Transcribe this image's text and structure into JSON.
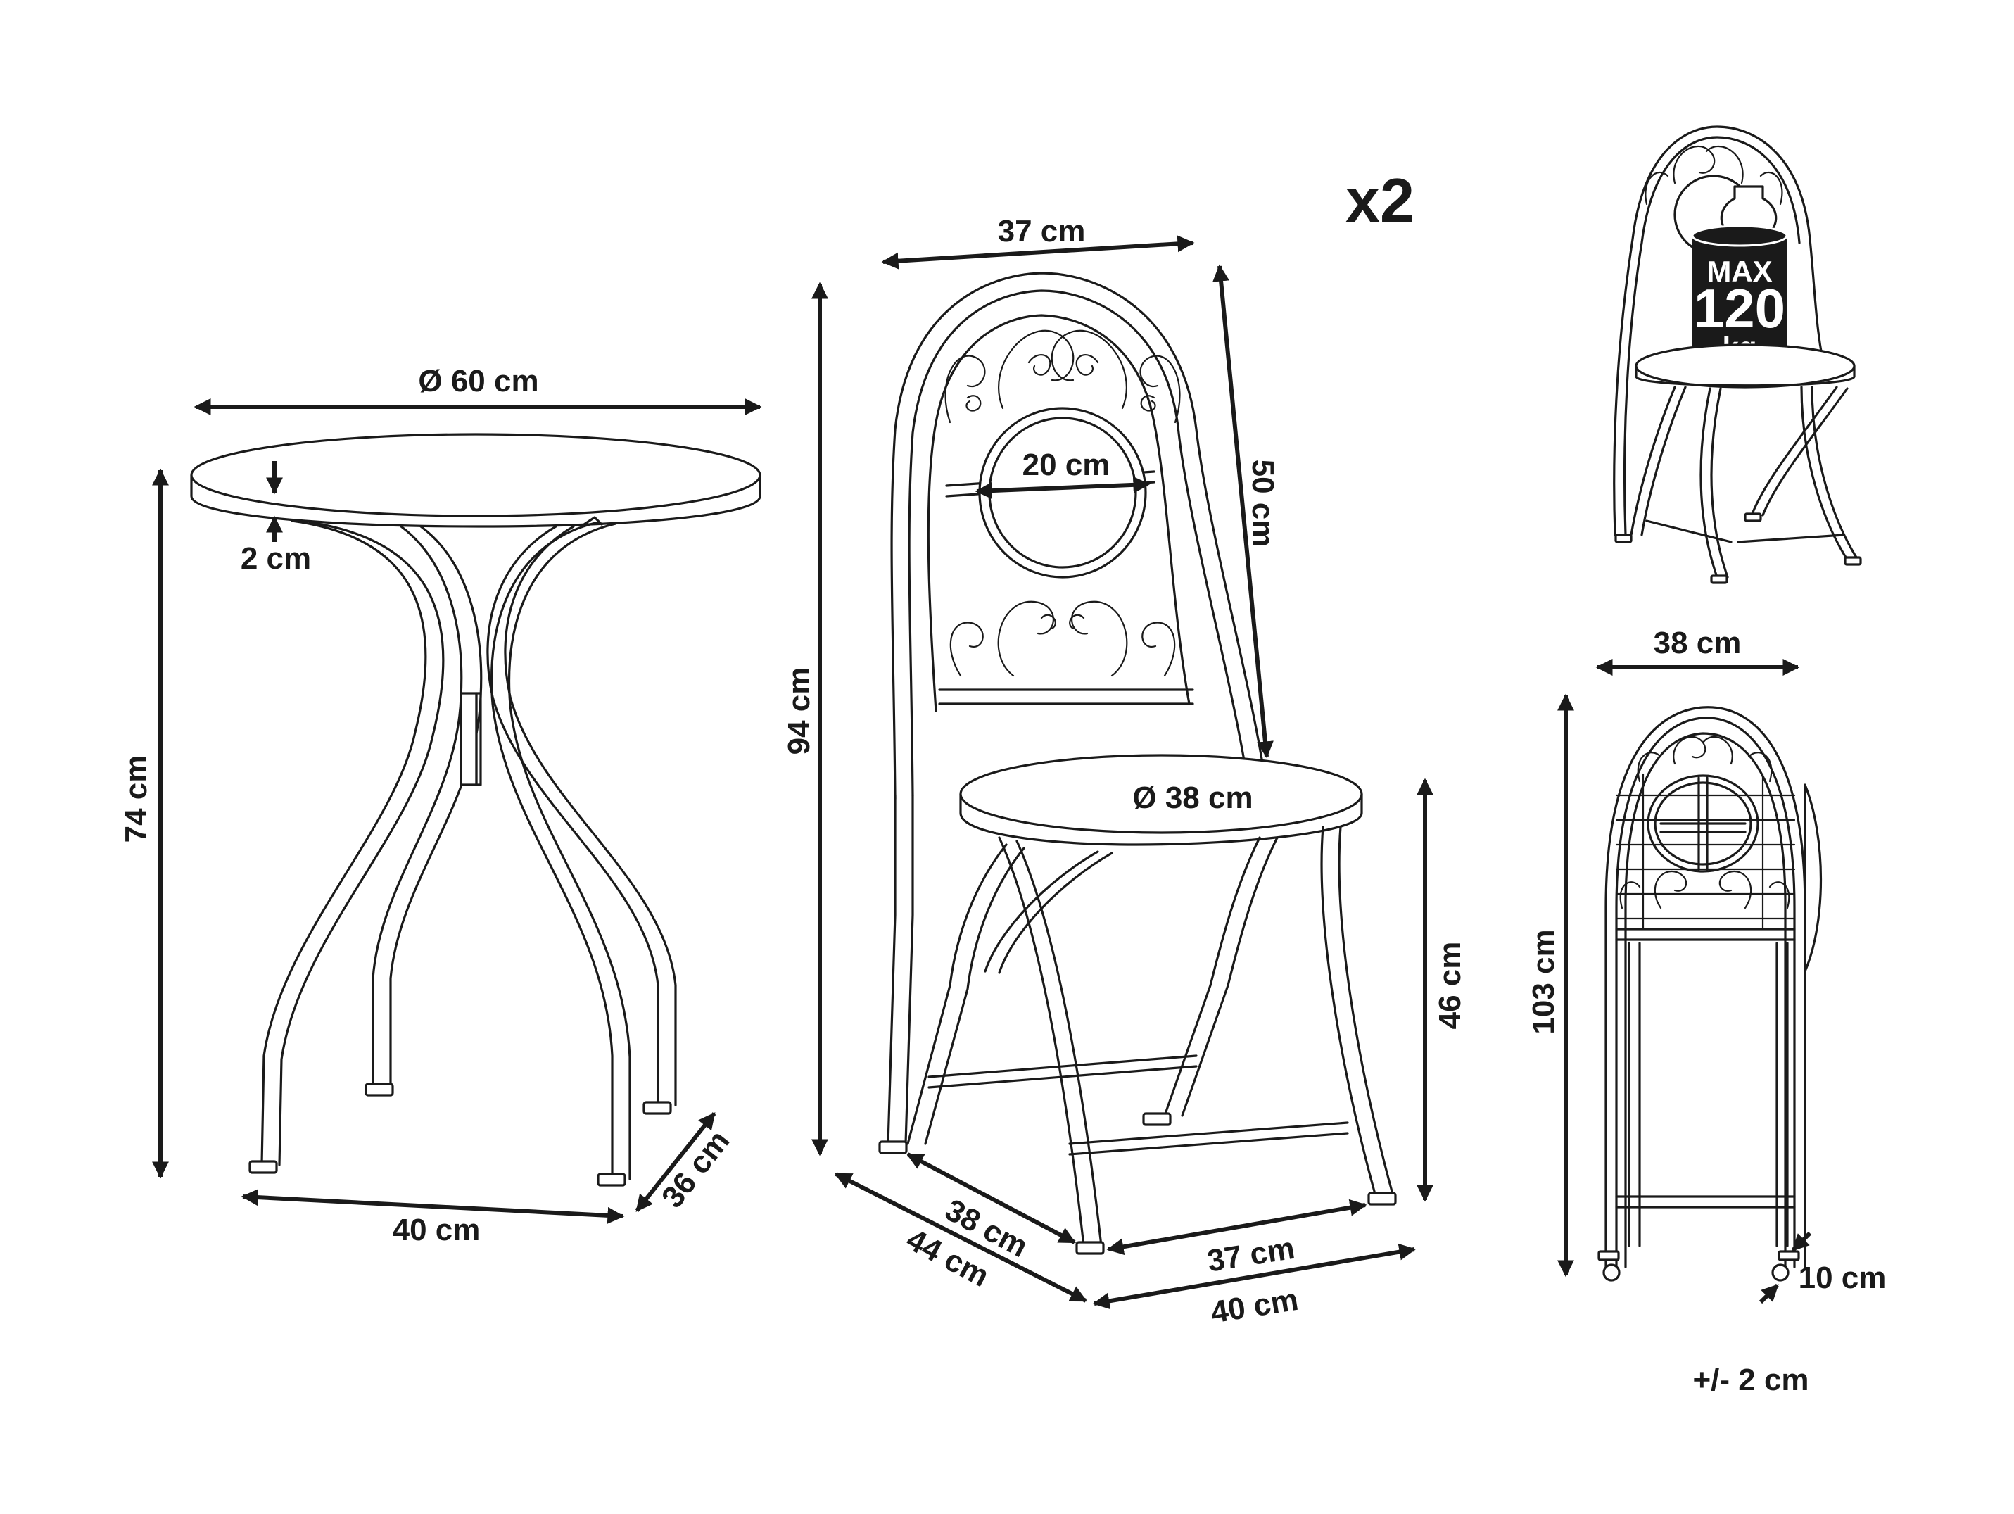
{
  "quantity_label": "x2",
  "tolerance": "+/- 2 cm",
  "max_load": {
    "line1": "MAX",
    "line2": "120",
    "line3": "kg"
  },
  "table": {
    "diameter": "Ø 60 cm",
    "top_thickness": "2 cm",
    "height": "74 cm",
    "base_width": "40 cm",
    "base_depth": "36 cm"
  },
  "chair": {
    "backrest_width": "37 cm",
    "backrest_height": "50 cm",
    "medallion_diameter": "20 cm",
    "total_height": "94 cm",
    "seat_diameter": "Ø 38 cm",
    "seat_height": "46 cm",
    "base_depth_inner": "38 cm",
    "base_depth_outer": "44 cm",
    "base_width_inner": "37 cm",
    "base_width_outer": "40 cm"
  },
  "folded_chair": {
    "width": "38 cm",
    "height": "103 cm",
    "depth": "10 cm"
  },
  "colors": {
    "ink": "#1a1a1a",
    "background": "#ffffff"
  }
}
